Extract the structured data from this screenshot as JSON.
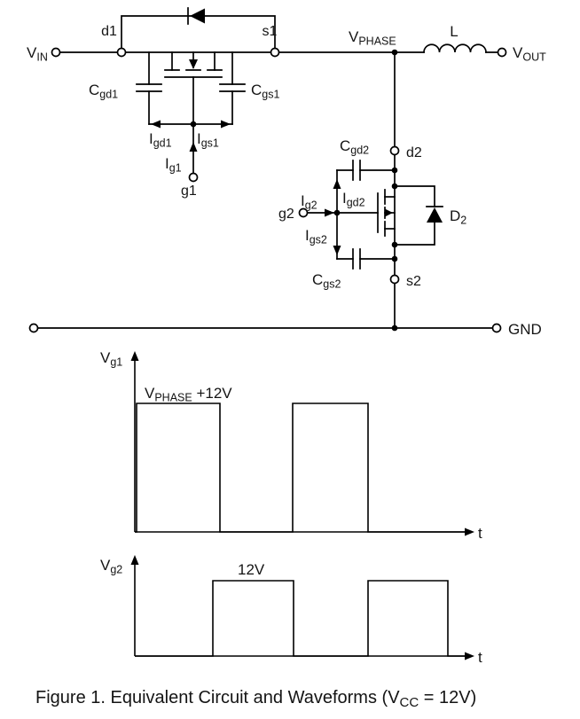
{
  "circuit": {
    "vin": {
      "main": "V",
      "sub": "IN"
    },
    "vphase": {
      "main": "V",
      "sub": "PHASE"
    },
    "vout": {
      "main": "V",
      "sub": "OUT"
    },
    "inductor": "L",
    "d1": "d1",
    "s1": "s1",
    "g1": "g1",
    "d2_node": "d2",
    "s2_node": "s2",
    "g2_node": "g2",
    "cgd1": {
      "main": "C",
      "sub": "gd1"
    },
    "cgs1": {
      "main": "C",
      "sub": "gs1"
    },
    "igd1": {
      "main": "I",
      "sub": "gd1"
    },
    "igs1": {
      "main": "I",
      "sub": "gs1"
    },
    "ig1": {
      "main": "I",
      "sub": "g1"
    },
    "cgd2": {
      "main": "C",
      "sub": "gd2"
    },
    "cgs2": {
      "main": "C",
      "sub": "gs2"
    },
    "igd2": {
      "main": "I",
      "sub": "gd2"
    },
    "igs2": {
      "main": "I",
      "sub": "gs2"
    },
    "ig2": {
      "main": "I",
      "sub": "g2"
    },
    "d2_diode": {
      "main": "D",
      "sub": "2"
    },
    "gnd": "GND"
  },
  "waveforms": {
    "vg1": {
      "axis": {
        "main": "V",
        "sub": "g1"
      },
      "level": {
        "main": "V",
        "sub": "PHASE",
        "rest": " +12V"
      },
      "t": "t"
    },
    "vg2": {
      "axis": {
        "main": "V",
        "sub": "g2"
      },
      "level": "12V",
      "t": "t"
    }
  },
  "caption": {
    "pre": "Figure 1. Equivalent Circuit and Waveforms (V",
    "sub": "CC",
    "post": " = 12V)"
  }
}
